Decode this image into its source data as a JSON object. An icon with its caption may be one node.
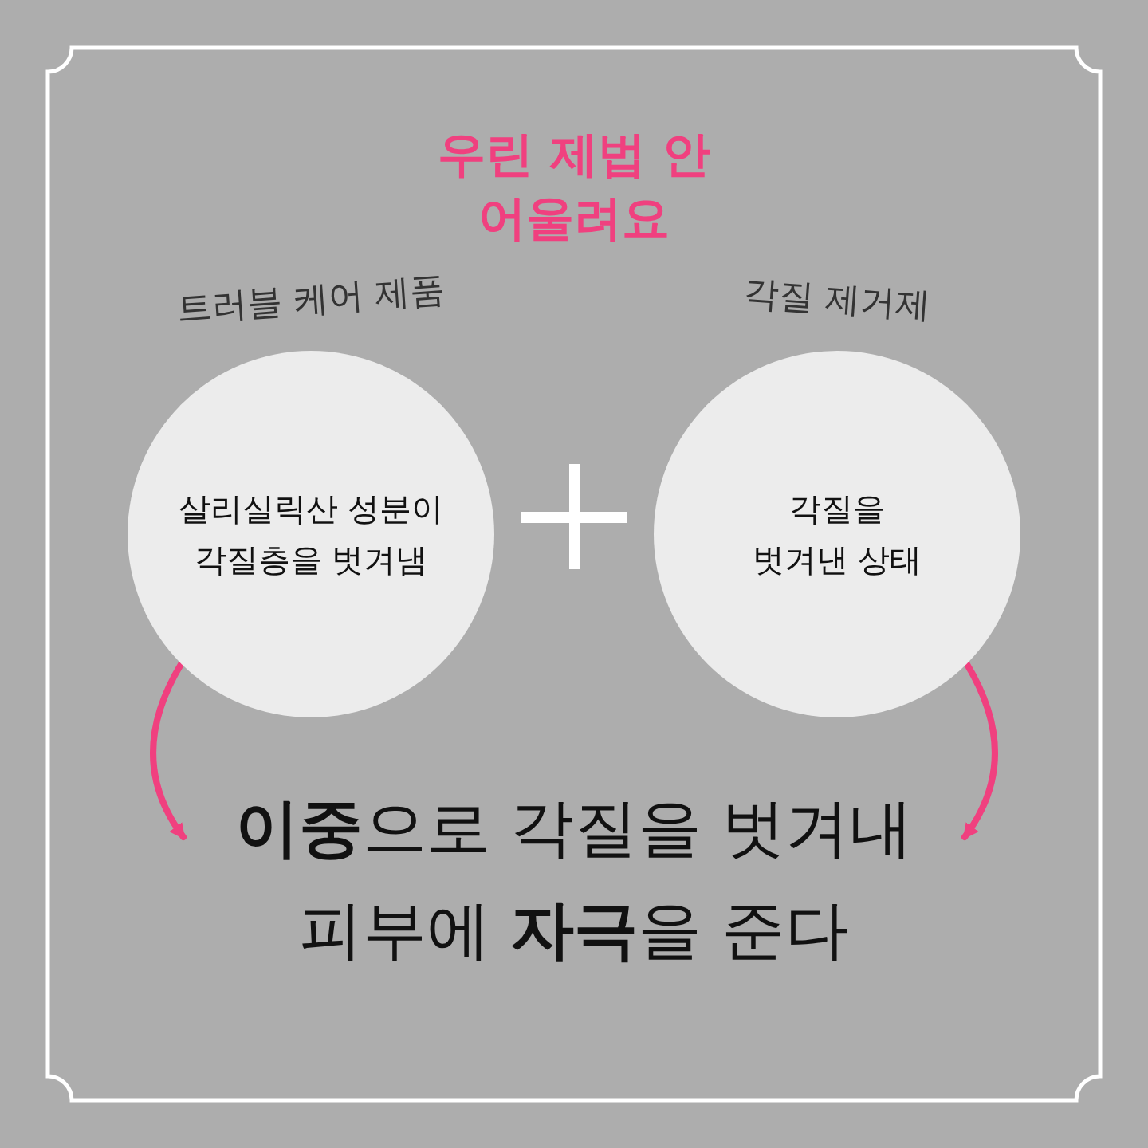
{
  "diagram": {
    "title": "우린 제법 안 어울려요",
    "nodes": [
      {
        "text": [
          "트러블 케어 제품",
          "살리실릭산 성분이 각질층을 벗겨냄"
        ]
      },
      {
        "text": [
          "각질 제거제",
          "각질을 벗겨낸 상태"
        ]
      },
      {
        "text": [
          "**이중**으로 각질을 벗겨내 피부에 **자극**을 준다"
        ]
      }
    ],
    "edges": [
      {
        "from": 0,
        "to": 2,
        "arrow": "to",
        "color": "#f0407f"
      },
      {
        "from": 1,
        "to": 2,
        "arrow": "to",
        "color": "#f0407f"
      }
    ]
  }
}
